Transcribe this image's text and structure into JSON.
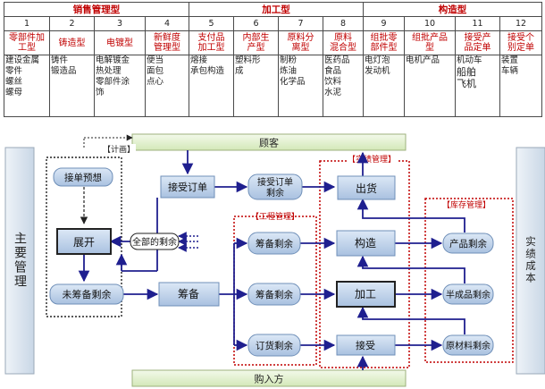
{
  "table": {
    "groups": [
      "销售管理型",
      "加工型",
      "构造型"
    ],
    "numbers": [
      "1",
      "2",
      "3",
      "4",
      "5",
      "6",
      "7",
      "8",
      "9",
      "10",
      "11",
      "12"
    ],
    "types": [
      [
        "零部件加",
        "工型"
      ],
      [
        "铸造型"
      ],
      [
        "电镀型"
      ],
      [
        "新鲜度",
        "管理型"
      ],
      [
        "支付品",
        "加工型"
      ],
      [
        "内部生",
        "产型"
      ],
      [
        "原料分",
        "离型"
      ],
      [
        "原料",
        "混合型"
      ],
      [
        "组批零",
        "部件型"
      ],
      [
        "组批产品",
        "型"
      ],
      [
        "接受产",
        "品定单"
      ],
      [
        "接受个",
        "别定单"
      ]
    ],
    "examples": [
      [
        "建设金属",
        "零件",
        "螺丝",
        "螺母"
      ],
      [
        "铸件",
        "锻造品"
      ],
      [
        "电解镀金",
        "热处理",
        "零部件涂",
        "饰"
      ],
      [
        "便当",
        "面包",
        "点心"
      ],
      [
        "熔接",
        "承包构造"
      ],
      [
        "塑料形",
        "成"
      ],
      [
        "制粉",
        "炼油",
        "化学品"
      ],
      [
        "医药品",
        "食品",
        "饮料",
        "水泥"
      ],
      [
        "电灯泡",
        "发动机"
      ],
      [
        "电机产品"
      ],
      [
        "机动车",
        "船舶",
        "飞机"
      ],
      [
        "装置",
        "车辆"
      ]
    ]
  },
  "diagram": {
    "left_bar": "主要管理",
    "right_bar": "实绩成本",
    "top_bar": "顾客",
    "bottom_bar": "购入方",
    "regions": {
      "plan": "【计画】",
      "actual": "【实绩管理】",
      "process": "【工程管理】",
      "stock": "【库存管理】"
    },
    "nodes": {
      "forecast": "接单预想",
      "expand": "展开",
      "all_surplus": "全部的剩余",
      "unprepared": "未筹备剩余",
      "receive_order": "接受订单",
      "order_surplus_l1": "接受订单",
      "order_surplus_l2": "剩余",
      "ship": "出货",
      "prep1": "筹备剩余",
      "prep2": "筹备剩余",
      "prepare": "筹备",
      "construct": "构造",
      "process_work": "加工",
      "accept": "接受",
      "order_remain": "订货剩余",
      "product_stock": "产品剩余",
      "semi_stock": "半成品剩余",
      "raw_stock": "原材料剩余"
    }
  }
}
